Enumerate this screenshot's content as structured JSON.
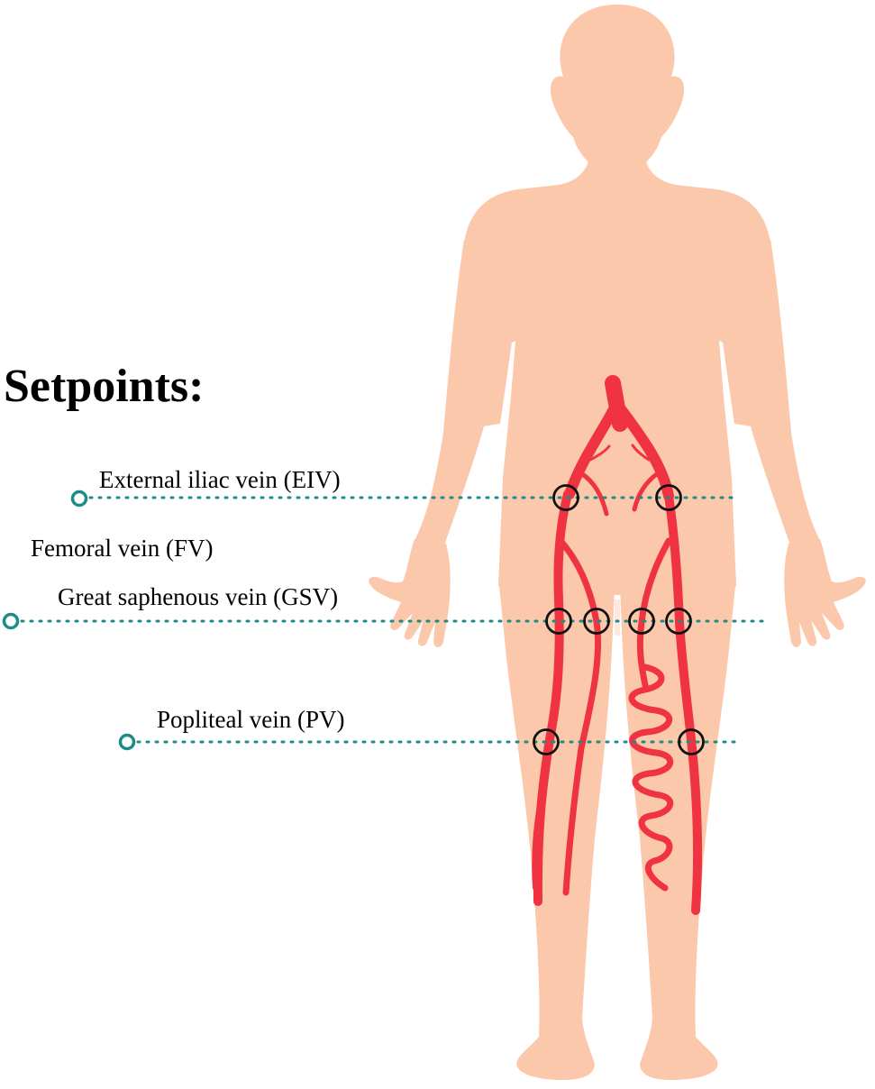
{
  "diagram": {
    "heading": "Setpoints:",
    "setpoints": [
      {
        "label": "External iliac vein (EIV)"
      },
      {
        "label": "Femoral vein (FV)"
      },
      {
        "label": "Great saphenous vein (GSV)"
      },
      {
        "label": "Popliteal vein (PV)"
      }
    ]
  },
  "colors": {
    "skin": "#FCC8AC",
    "vein": "#EF3340",
    "marker_line": "#1E8C86",
    "setpoint_circle": "#111111"
  }
}
